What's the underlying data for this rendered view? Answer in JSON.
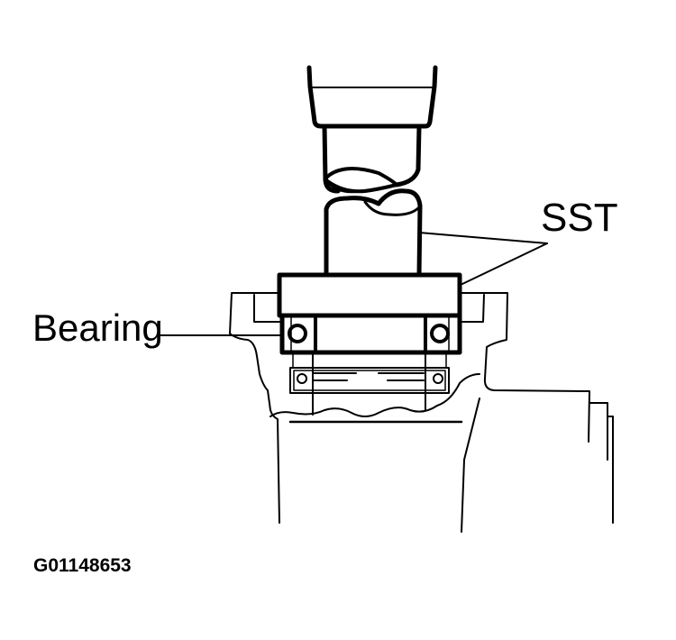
{
  "diagram": {
    "labels": {
      "sst": "SST",
      "bearing": "Bearing"
    },
    "figure_code": "G01148653",
    "colors": {
      "line": "#000000",
      "background": "#ffffff"
    }
  }
}
